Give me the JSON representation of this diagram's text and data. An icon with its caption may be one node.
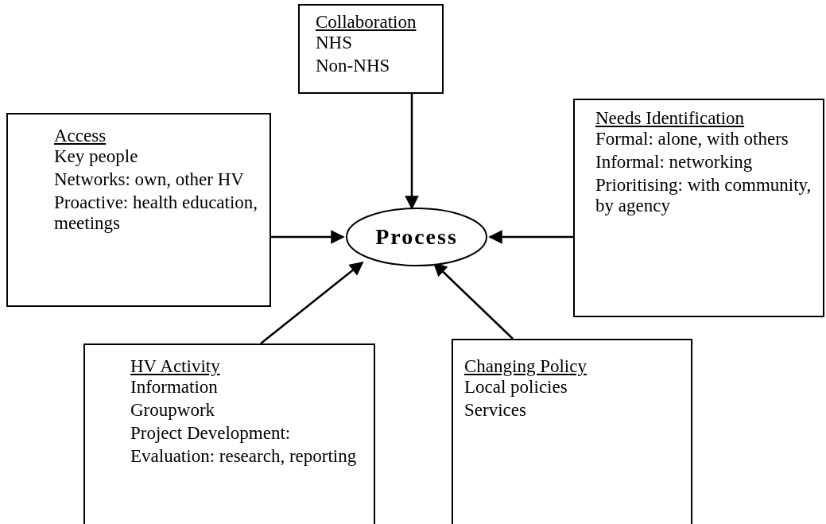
{
  "diagram": {
    "nodes": [
      {
        "text": [
          "Collaboration",
          "NHS",
          "Non-NHS"
        ]
      },
      {
        "text": [
          "Access",
          "Key people",
          "Networks: own, other HV",
          "Proactive: health education, meetings"
        ]
      },
      {
        "text": [
          "Needs Identification",
          "Formal: alone, with others",
          "Informal: networking",
          "Prioritising: with community, by agency"
        ]
      },
      {
        "text": [
          "Process"
        ]
      },
      {
        "text": [
          "HV Activity",
          "Information",
          "Groupwork",
          "Project Development:",
          "Evaluation: research, reporting"
        ]
      },
      {
        "text": [
          "Changing Policy",
          "Local policies",
          "Services"
        ]
      }
    ],
    "edges": [
      {
        "from": 0,
        "to": 3,
        "arrow": "to"
      },
      {
        "from": 1,
        "to": 3,
        "arrow": "to"
      },
      {
        "from": 2,
        "to": 3,
        "arrow": "to"
      },
      {
        "from": 4,
        "to": 3,
        "arrow": "to"
      },
      {
        "from": 5,
        "to": 3,
        "arrow": "to"
      }
    ]
  }
}
